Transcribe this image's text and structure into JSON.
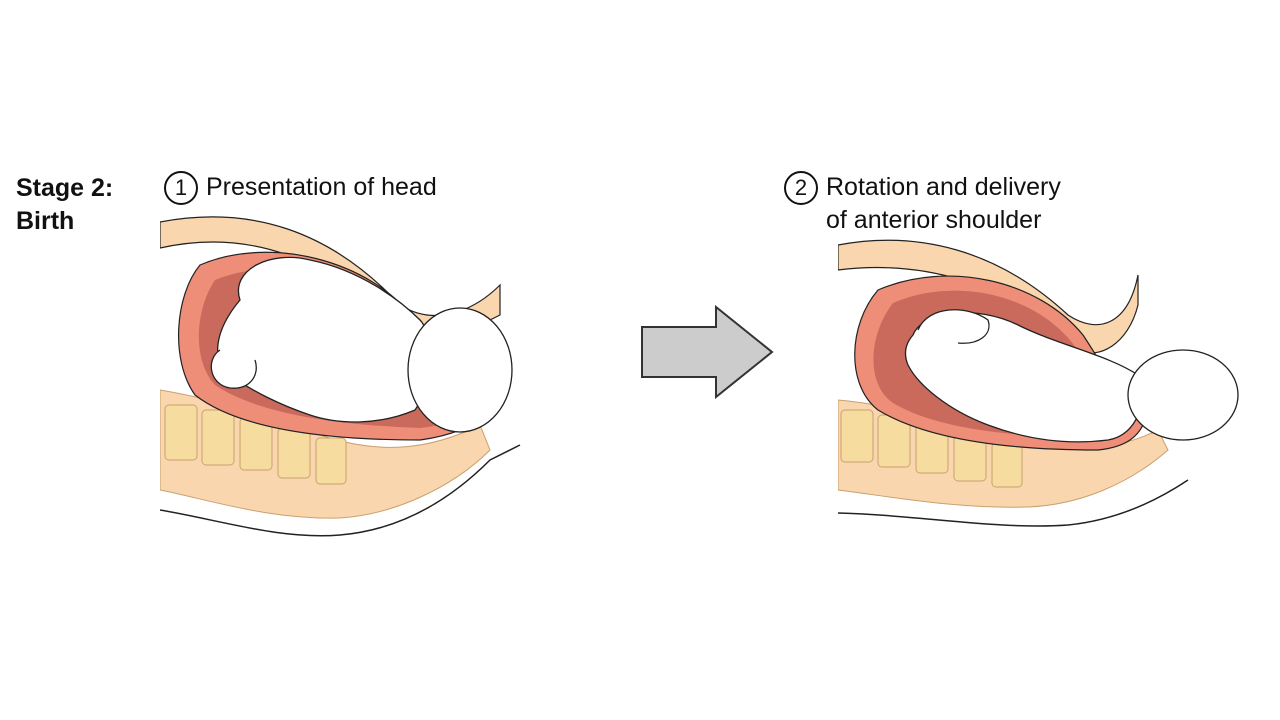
{
  "stage": {
    "line1": "Stage 2:",
    "line2": "Birth"
  },
  "steps": [
    {
      "number": "1",
      "lines": [
        "Presentation of head"
      ]
    },
    {
      "number": "2",
      "lines": [
        "Rotation and delivery",
        "of anterior shoulder"
      ]
    }
  ],
  "colors": {
    "skin": "#f9d6ad",
    "uterus_wall": "#ef8e78",
    "uterus_inner": "#c96a5d",
    "bone": "#f7dca0",
    "arrow_fill": "#cccccc",
    "outline": "#222222"
  }
}
